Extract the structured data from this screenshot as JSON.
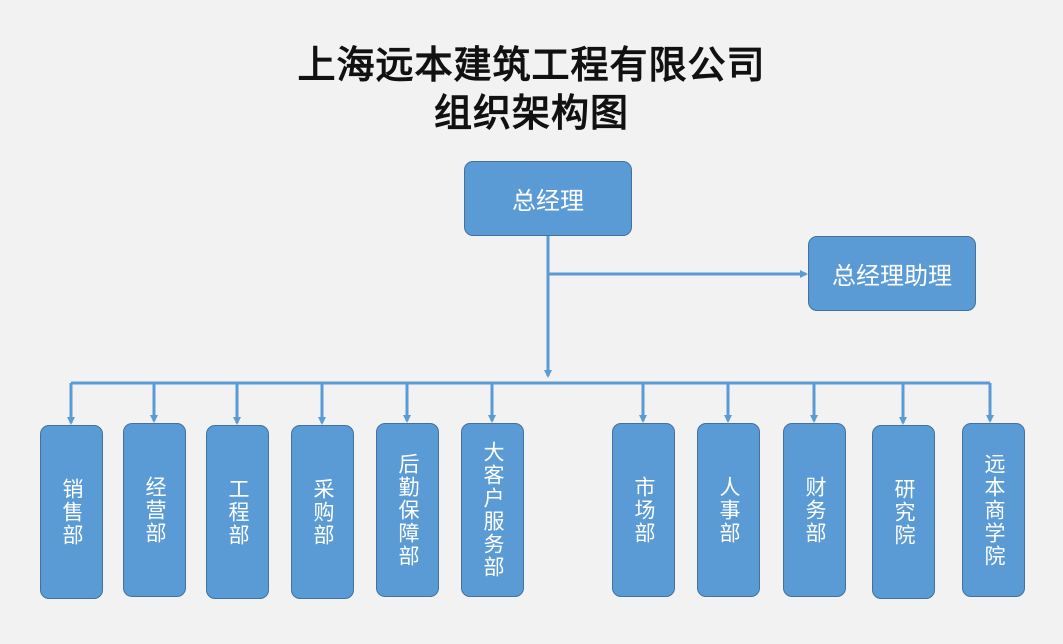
{
  "title": {
    "line1": "上海远本建筑工程有限公司",
    "line2": "组织架构图"
  },
  "ceo": {
    "label": "总经理"
  },
  "assistant": {
    "label": "总经理助理"
  },
  "departments": [
    {
      "label": "销售部"
    },
    {
      "label": "经营部"
    },
    {
      "label": "工程部"
    },
    {
      "label": "采购部"
    },
    {
      "label": "后勤保障部"
    },
    {
      "label": "大客户服务部"
    },
    {
      "label": "市场部"
    },
    {
      "label": "人事部"
    },
    {
      "label": "财务部"
    },
    {
      "label": "研究院"
    },
    {
      "label": "远本商学院"
    }
  ],
  "colors": {
    "box_fill": "#5b9bd5",
    "box_border": "#41719c",
    "connector": "#5b9bd5",
    "background": "#f2f2f2"
  }
}
